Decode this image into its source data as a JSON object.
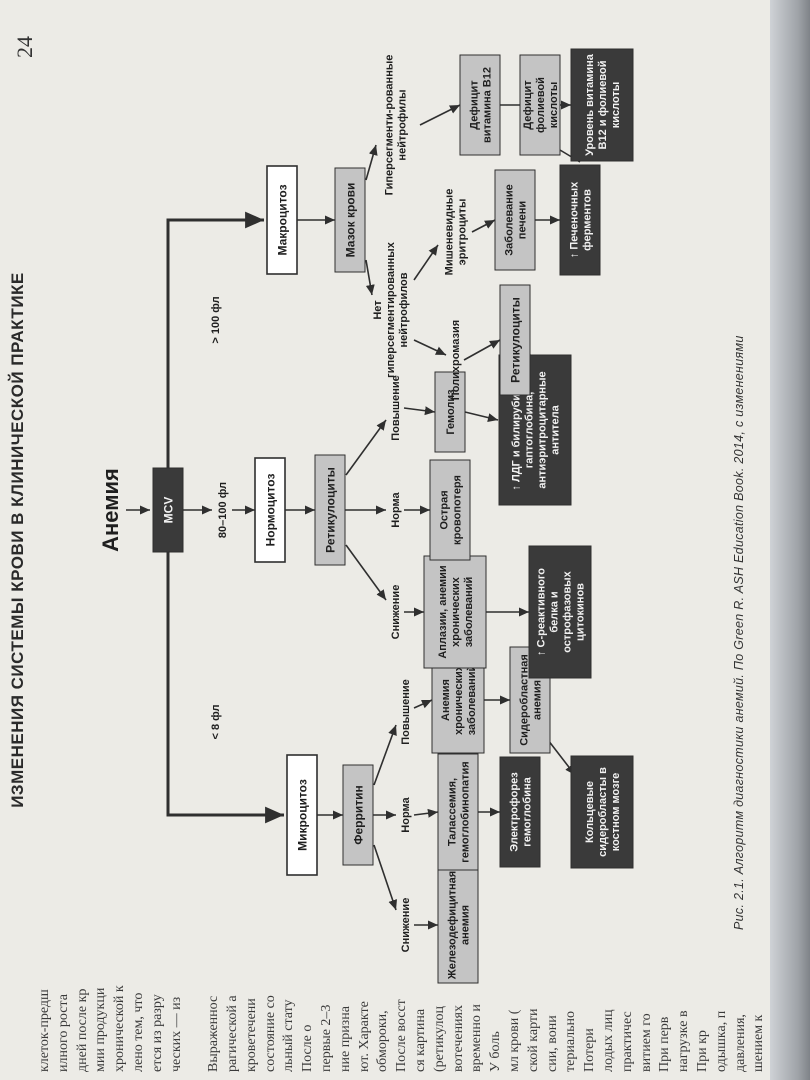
{
  "header": {
    "running_title": "ИЗМЕНЕНИЯ СИСТЕМЫ КРОВИ В КЛИНИЧЕСКОЙ ПРАКТИКЕ",
    "page_number": "24"
  },
  "left_column_lines": [
    "клеток-предш",
    "илного роста",
    "дней после кр",
    "мии продукци",
    "хронической к",
    "лено тем, что",
    "ется из разру",
    "ческих — из",
    "",
    "Выраженнос",
    "рагической а",
    "кроветечени",
    "состояние со",
    "льный стату",
    "После о",
    "первые 2–3",
    "ние призна",
    "ют. Характе",
    "обмороки,",
    "После восст",
    "ся картина",
    "(ретикулоц",
    "вотечениях",
    "временно и",
    "У боль",
    "мл крови (",
    "ской карти",
    "сии, вони",
    "териально",
    "Потери",
    "лодых лиц",
    "практичес",
    "витием го",
    "При перв",
    "нагрузке в",
    "При кр",
    "одышка, п",
    "давления,",
    "шением к"
  ],
  "figure": {
    "caption": "Рис. 2.1. Алгоритм диагностики анемий. По Green R. ASH Education Book. 2014, с изменениями",
    "title": "Анемия",
    "nodes": {
      "mcv": "MCV",
      "lt80": "< 8 фл",
      "mid": "80–100 фл",
      "gt100": "> 100 фл",
      "microcytosis": "Микроцитоз",
      "ferritin": "Ферритин",
      "decrease1": "Снижение",
      "norm1": "Норма",
      "increase1": "Повышение",
      "ida": "Железодефицитная анемия",
      "thalassemia": "Талассемия, гемоглобинопатия",
      "chronic1": "Анемия хронических заболеваний",
      "electrophoresis": "Электрофорез гемоглобина",
      "sideroblastic": "Сидеробластная анемия",
      "ringed": "Кольцевые сидеробласты в костном мозге",
      "normocytosis": "Нормоцитоз",
      "reticulocytes1": "Ретикулоциты",
      "decrease2": "Снижение",
      "norm2": "Норма",
      "increase2": "Повышение",
      "aplasia": "Аплазии, анемии хронических заболеваний",
      "acute_blood_loss": "Острая кровопотеря",
      "hemolysis": "Гемолиз",
      "crp": "↑ С-реактивного белка и острофазовых цитокинов",
      "ldh": "↑ ЛДГ и билирубина, ↓ гаптоглобина, антиэритроцитарные антитела",
      "macrocytosis": "Макроцитоз",
      "smear": "Мазок крови",
      "no_hyperseg": "Нет гиперсегментированных нейтрофилов",
      "hyperseg": "Гиперсегменти-рованные нейтрофилы",
      "polychromasia": "Полихромазия",
      "target_cells": "Мишеневидные эритроциты",
      "reticulocytes2": "Ретикулоциты",
      "liver": "Заболевание печени",
      "liver_enzymes": "↑ Печеночных ферментов",
      "b12": "Дефицит витамина B12",
      "folate": "Дефицит фолиевой кислоты",
      "levels": "Уровень витамина B12 и фолиевой кислоты"
    }
  },
  "colors": {
    "paper": "#ecebe6",
    "box_white": "#ffffff",
    "box_light": "#c4c4c4",
    "box_dark": "#3a3a3a",
    "line": "#2f2f2f",
    "text": "#1f1f1f"
  }
}
